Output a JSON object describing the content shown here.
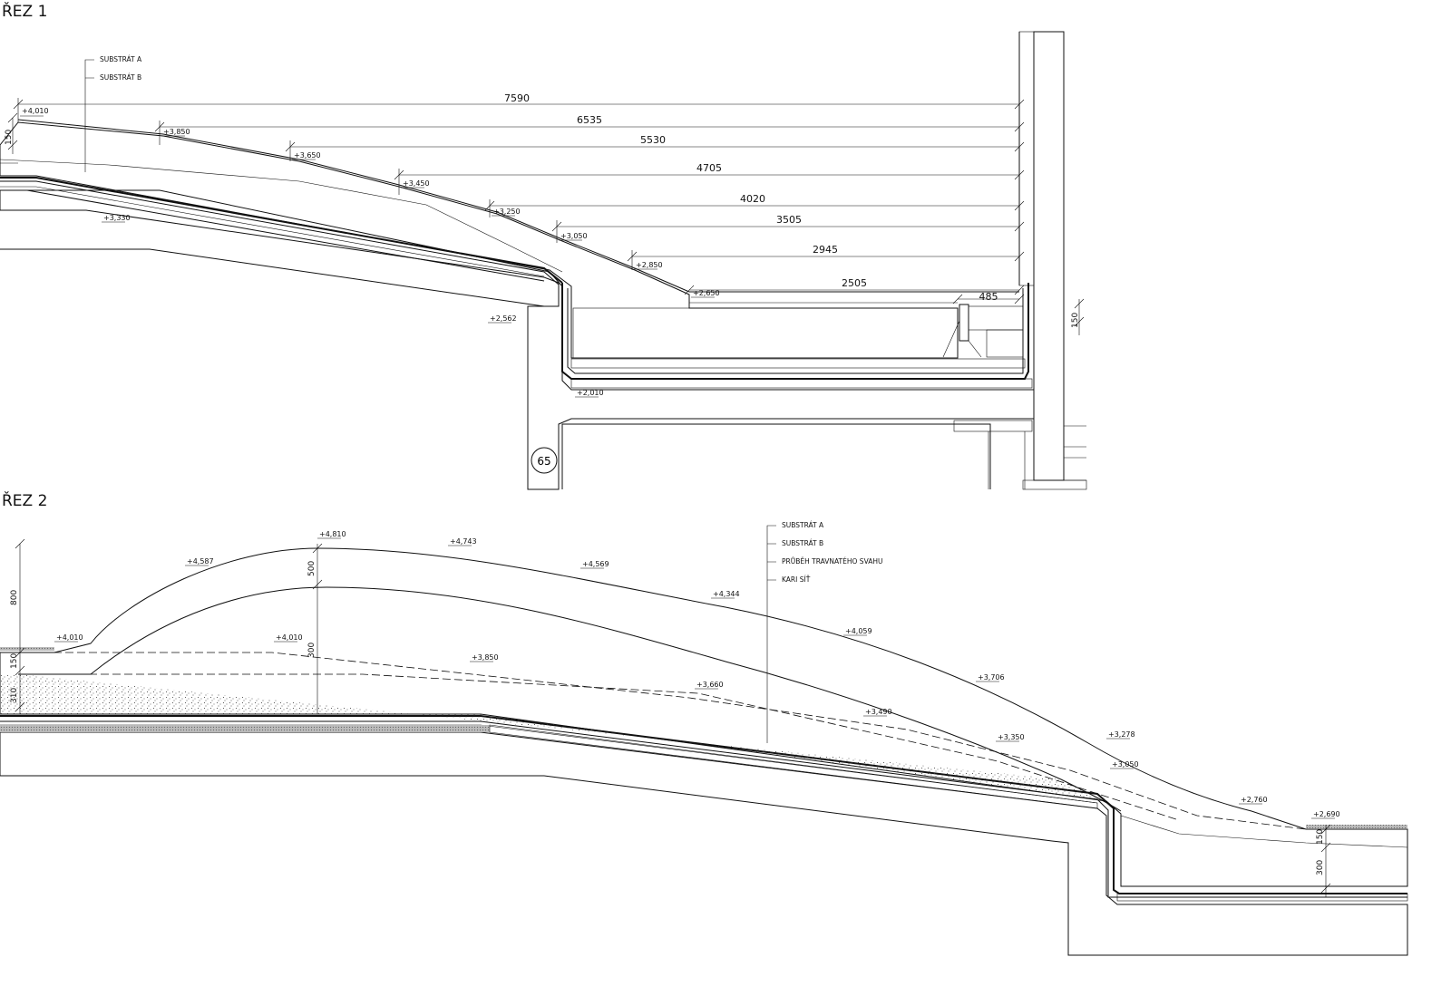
{
  "section1": {
    "title": "ŘEZ  1",
    "legend": [
      "SUBSTRÁT  A",
      "SUBSTRÁT  B"
    ],
    "horizontal_dims": [
      "7590",
      "6535",
      "5530",
      "4705",
      "4020",
      "3505",
      "2945",
      "2505",
      "485"
    ],
    "levels": [
      "+4,010",
      "+3,850",
      "+3,650",
      "+3,450",
      "+3,250",
      "+3,050",
      "+2,850",
      "+2,650",
      "+3,330",
      "+2,562",
      "+2,010"
    ],
    "vertical_dims": [
      "150",
      "150"
    ],
    "detail_marker": "65"
  },
  "section2": {
    "title": "ŘEZ  2",
    "legend": [
      "SUBSTRÁT  A",
      "SUBSTRÁT  B",
      "PRŮBĚH TRAVNATÉHO SVAHU",
      "KARI SÍŤ"
    ],
    "levels": [
      "+4,010",
      "+4,587",
      "+4,810",
      "+4,743",
      "+4,569",
      "+4,344",
      "+4,059",
      "+3,706",
      "+3,278",
      "+2,760",
      "+2,690",
      "+4,010",
      "+3,850",
      "+3,660",
      "+3,490",
      "+3,350",
      "+3,050"
    ],
    "vertical_dims": [
      "800",
      "500",
      "150",
      "310",
      "300",
      "150",
      "300"
    ]
  },
  "colors": {
    "line": "#111111",
    "background": "#ffffff"
  }
}
